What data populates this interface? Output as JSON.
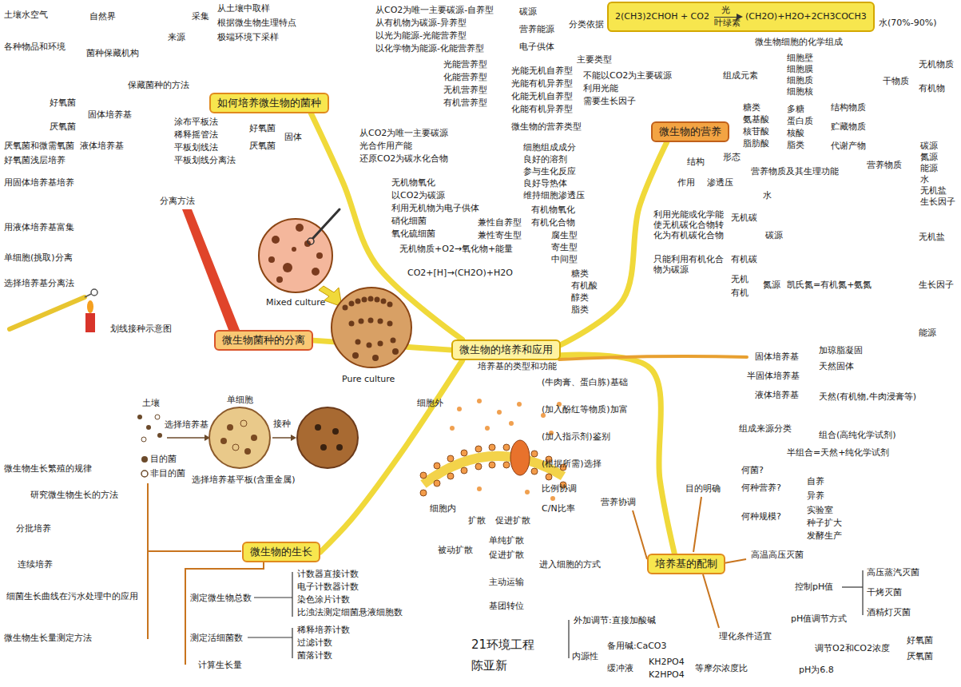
{
  "diagram": {
    "nodes": [
      {
        "text": [
          "微生物的培养和应用"
        ]
      },
      {
        "text": [
          "如何培养微生物的菌种"
        ]
      },
      {
        "text": [
          "微生物菌种的分离"
        ]
      },
      {
        "text": [
          "微生物的生长"
        ]
      },
      {
        "text": [
          "微生物的营养"
        ]
      },
      {
        "text": [
          "培养基的配制"
        ]
      },
      {
        "text": [
          "2(CH3)2CHOH + CO2",
          "光",
          "叶绿素",
          "(CH2O)+H2O+2CH3COCH3"
        ]
      }
    ],
    "edges": [
      {
        "from": 0,
        "to": 1,
        "arrow": "none"
      },
      {
        "from": 0,
        "to": 2,
        "arrow": "none"
      },
      {
        "from": 0,
        "to": 3,
        "arrow": "none"
      },
      {
        "from": 0,
        "to": 4,
        "arrow": "none"
      },
      {
        "from": 0,
        "to": 5,
        "arrow": "none"
      }
    ],
    "labels": [
      "土壤水空气",
      "各种物品和环境",
      "自然界",
      "菌种保藏机构",
      "来源",
      "采集",
      "从土壤中取样",
      "根据微生物生理特点",
      "极端环境下采样",
      "好氧菌",
      "厌氧菌",
      "固体培养基",
      "厌氧菌和微需氧菌",
      "液体培养基",
      "好氧菌浅层培养",
      "用固体培养基培养",
      "保藏菌种的方法",
      "涂布平板法",
      "稀释摇管法",
      "平板划线法",
      "平板划线分离法",
      "好氧菌",
      "厌氧菌",
      "固体",
      "分离方法",
      "用液体培养基富集",
      "单细胞(挑取)分离",
      "选择培养基分离法",
      "划线接种示意图",
      "Mixed culture",
      "Pure culture",
      "土壤",
      "单细胞",
      "选择培养基",
      "接种",
      "选择培养基平板(含重金属)",
      "微生物生长繁殖的规律",
      "研究微生物生长的方法",
      "分批培养",
      "连续培养",
      "细菌生长曲线在污水处理中的应用",
      "微生物生长量测定方法",
      "测定微生物总数",
      "计数器直接计数",
      "电子计数器计数",
      "染色涂片计数",
      "比浊法测定细菌悬液细胞数",
      "测定活细菌数",
      "稀释培养计数",
      "过滤计数",
      "菌落计数",
      "计算生长量",
      "细胞外",
      "细胞内",
      "扩散",
      "促进扩散",
      "被动扩散",
      "单纯扩散",
      "促进扩散",
      "主动运输",
      "基团转位",
      "进入细胞的方式",
      "21环境工程",
      "陈亚新",
      "培养基的类型和功能",
      "(牛肉膏、蛋白胨)基础",
      "(加入酚红等物质)加富",
      "(加入指示剂)鉴别",
      "(根据所需)选择",
      "比例协调",
      "C/N比率",
      "营养协调",
      "目的明确",
      "何菌?",
      "何种营养?",
      "自养",
      "异养",
      "何种规模?",
      "实验室",
      "种子扩大",
      "发酵生产",
      "半组合=天然+纯化学试剂",
      "高温高压灭菌",
      "高压蒸汽灭菌",
      "干烤灭菌",
      "酒精灯灭菌",
      "控制pH值",
      "pH值调节方式",
      "理化条件适宜",
      "调节O2和CO2浓度",
      "好氧菌",
      "厌氧菌",
      "pH为6.8",
      "外加调节:直接加酸碱",
      "内源性",
      "备用碱:CaCO3",
      "缓冲液",
      "KH2PO4",
      "K2HPO4",
      "等摩尔浓度比",
      "固体培养基",
      "半固体培养基",
      "液体培养基",
      "加琼脂凝固",
      "天然固体",
      "天然(有机物,牛肉浸膏等)",
      "组成来源分类",
      "组合(高纯化学试剂)",
      "水(70%-90%)",
      "微生物细胞的化学组成",
      "组成元素",
      "细胞壁",
      "细胞膜",
      "细胞质",
      "细胞核",
      "糖类",
      "氨基酸",
      "核苷酸",
      "脂肪酸",
      "多糖",
      "蛋白质",
      "核酸",
      "脂类",
      "结构物质",
      "贮藏物质",
      "代谢产物",
      "干物质",
      "无机物质",
      "有机物",
      "营养物质及其生理功能",
      "营养物质",
      "碳源",
      "氮源",
      "能源",
      "水",
      "无机盐",
      "生长因子",
      "无机盐",
      "生长因子",
      "能源",
      "水",
      "结构",
      "形态",
      "作用",
      "渗透压",
      "细胞组成成分",
      "良好的溶剂",
      "参与生化反应",
      "良好导热体",
      "维持细胞渗透压",
      "利用光能或化学能使无机碳化合物转化为有机碳化合物",
      "无机碳",
      "碳源",
      "有机碳",
      "只能利用有机化合物为碳源",
      "糖类",
      "有机酸",
      "醇类",
      "脂类",
      "氮源",
      "无机",
      "有机",
      "凯氏氮=有机氮+氨氮",
      "不能以CO2为主要碳源",
      "利用光能",
      "需要生长因子",
      "微生物的营养类型",
      "从CO2为唯一主要碳源-自养型",
      "从有机物为碳源-异养型",
      "以光为能源-光能营养型",
      "以化学物为能源-化能营养型",
      "碳源",
      "营养能源",
      "电子供体",
      "分类依据",
      "主要类型",
      "光能营养型",
      "化能营养型",
      "无机营养型",
      "有机营养型",
      "光能无机自养型",
      "光能有机异养型",
      "化能无机自养型",
      "化能有机异养型",
      "从CO2为唯一主要碳源",
      "光合作用产能",
      "还原CO2为碳水化合物",
      "无机物氧化",
      "以CO2为碳源",
      "利用无机物为电子供体",
      "硝化细菌",
      "氧化硫细菌",
      "兼性自养型",
      "兼性寄生型",
      "有机物氧化",
      "有机化合物",
      "腐生型",
      "寄生型",
      "中间型",
      "无机物质+O2→氧化物+能量",
      "CO2+[H]→(CH2O)+H2O"
    ],
    "legend": [
      {
        "text": "目的菌"
      },
      {
        "text": "非目的菌"
      }
    ]
  }
}
